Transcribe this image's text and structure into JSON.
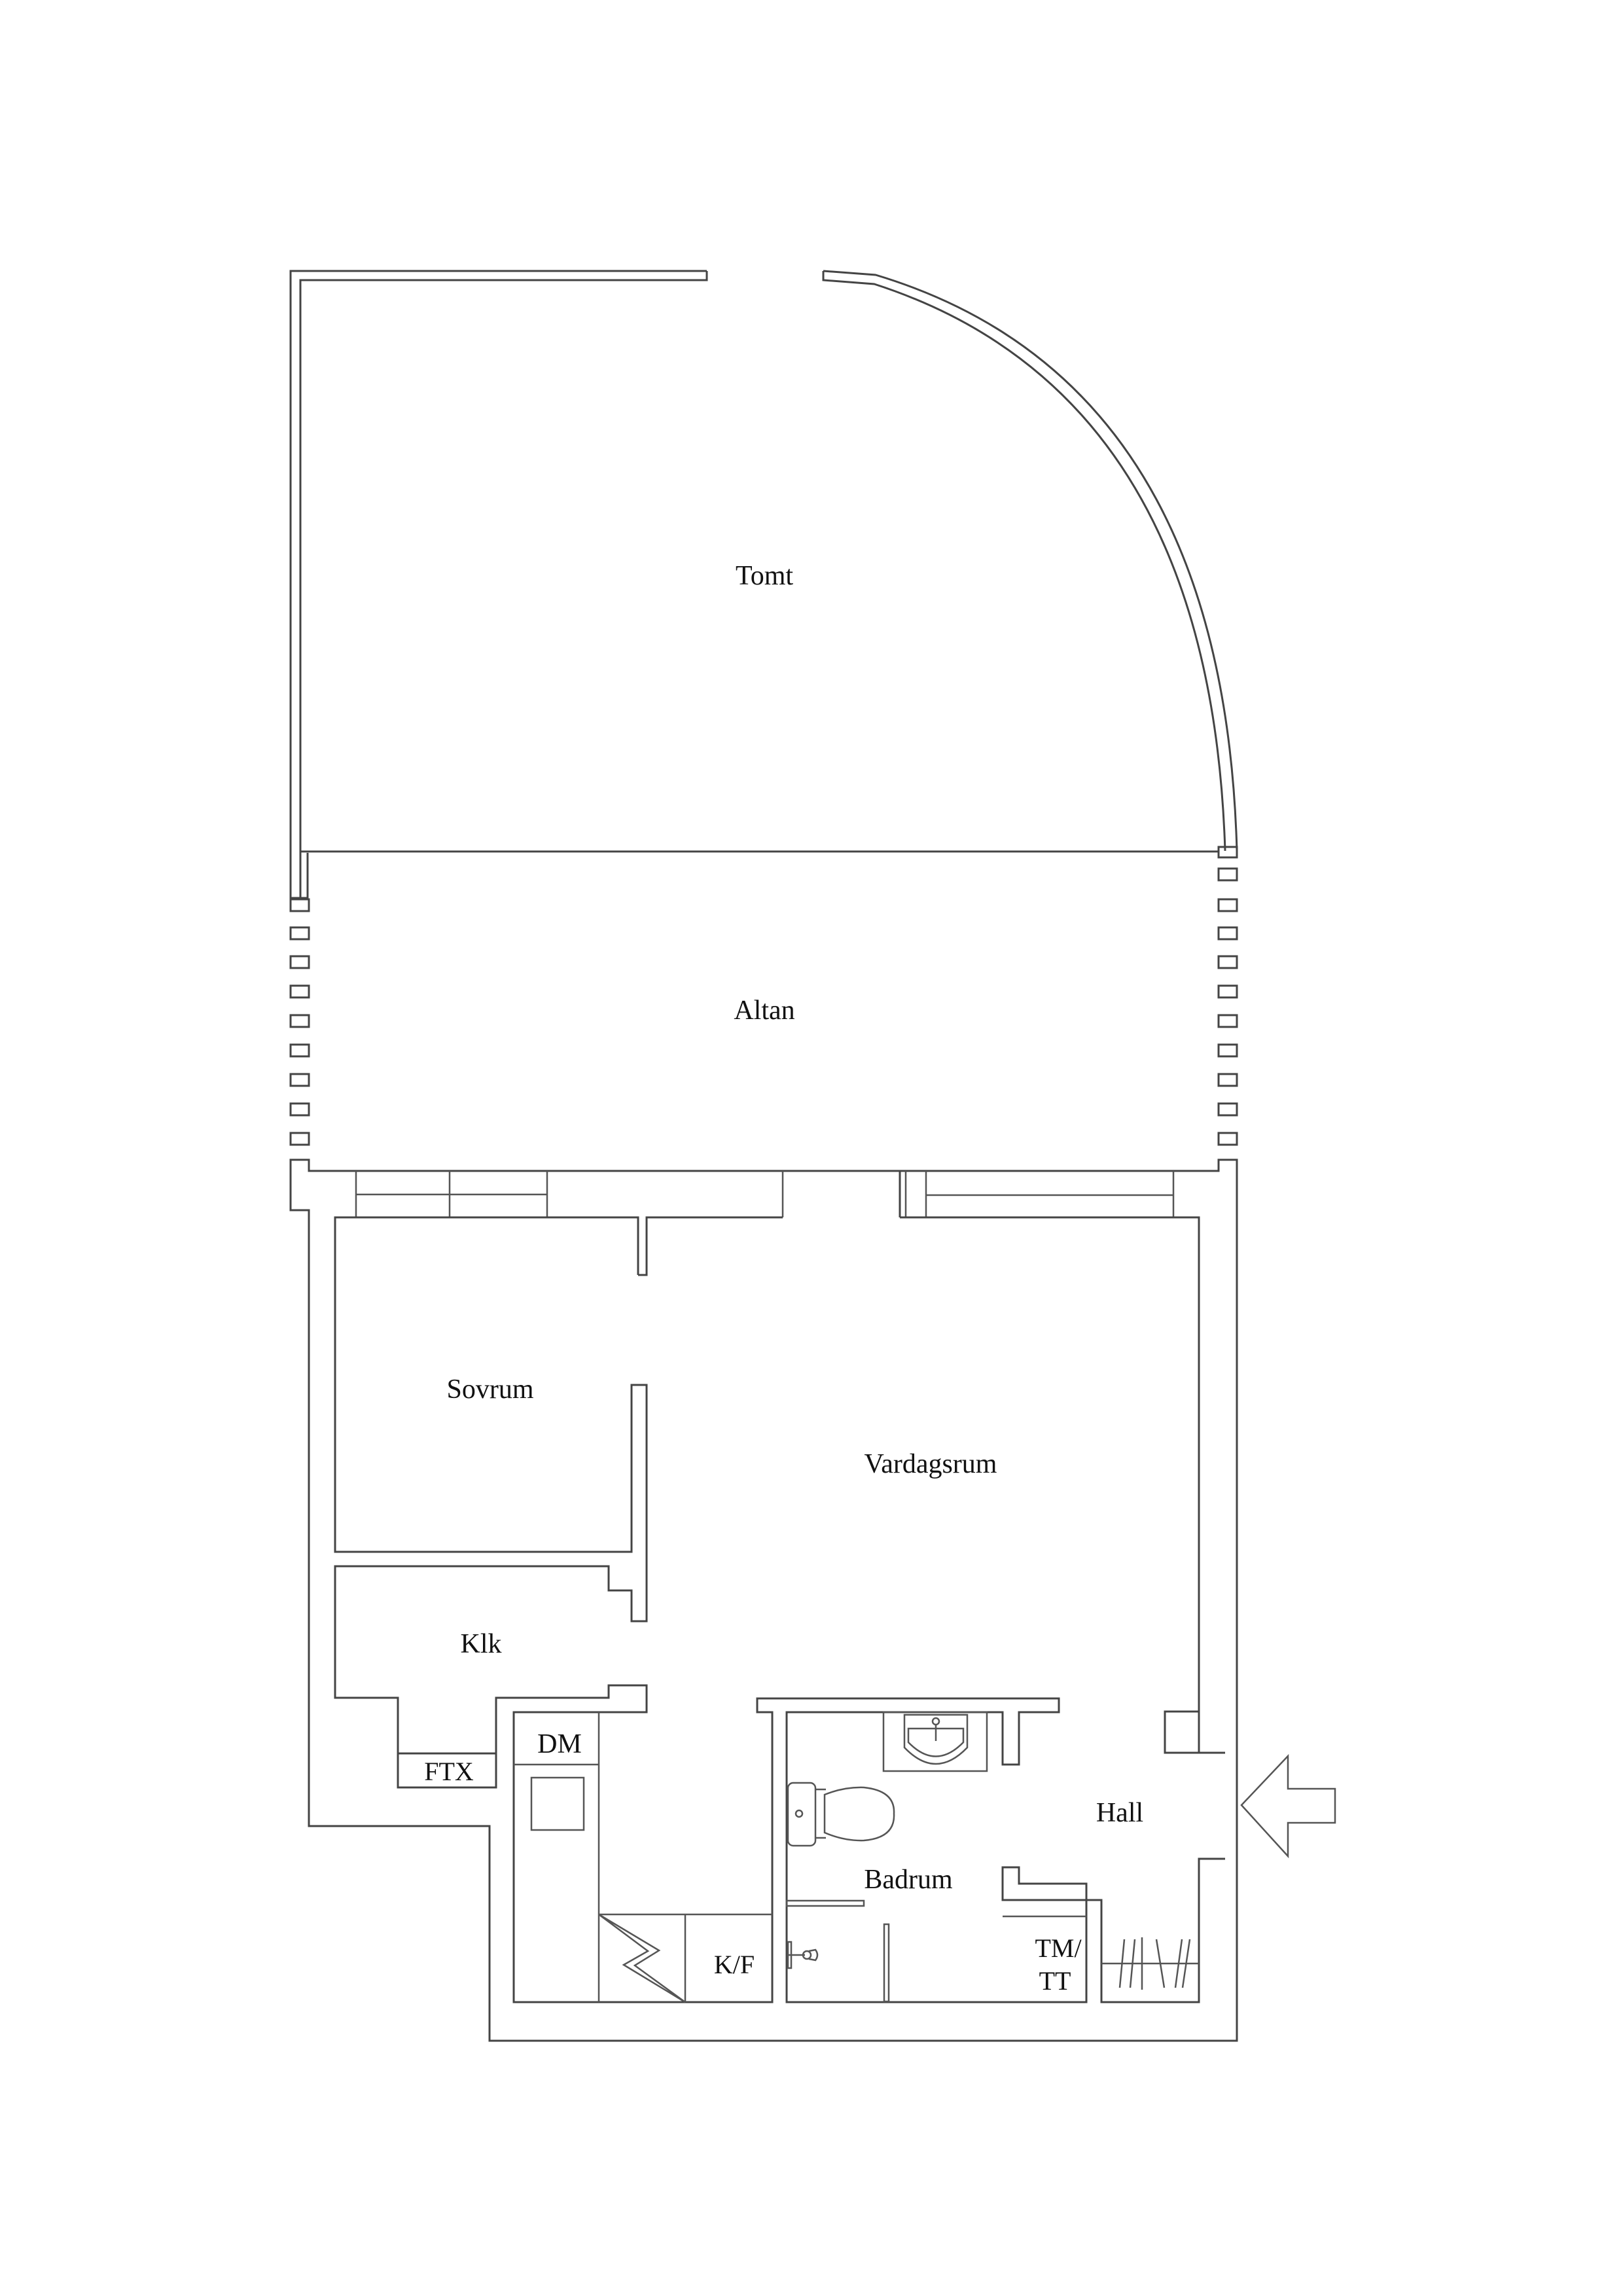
{
  "plan": {
    "type": "apartment floor plan",
    "line_color": "#444444",
    "background": "#ffffff"
  },
  "rooms": {
    "tomt": "Tomt",
    "altan": "Altan",
    "sovrum": "Sovrum",
    "vardagsrum": "Vardagsrum",
    "klk": "Klk",
    "badrum": "Badrum",
    "hall": "Hall"
  },
  "fixtures": {
    "ftx": "FTX",
    "dm": "DM",
    "kf": "K/F",
    "tm_line1": "TM/",
    "tm_line2": "TT"
  },
  "symbols": {
    "entrance": "entrance-arrow-icon",
    "stove": "stove-zigzag-icon",
    "sink": "sink-icon",
    "toilet": "toilet-icon",
    "shower": "shower-icon",
    "wardrobe": "wardrobe-icon"
  }
}
